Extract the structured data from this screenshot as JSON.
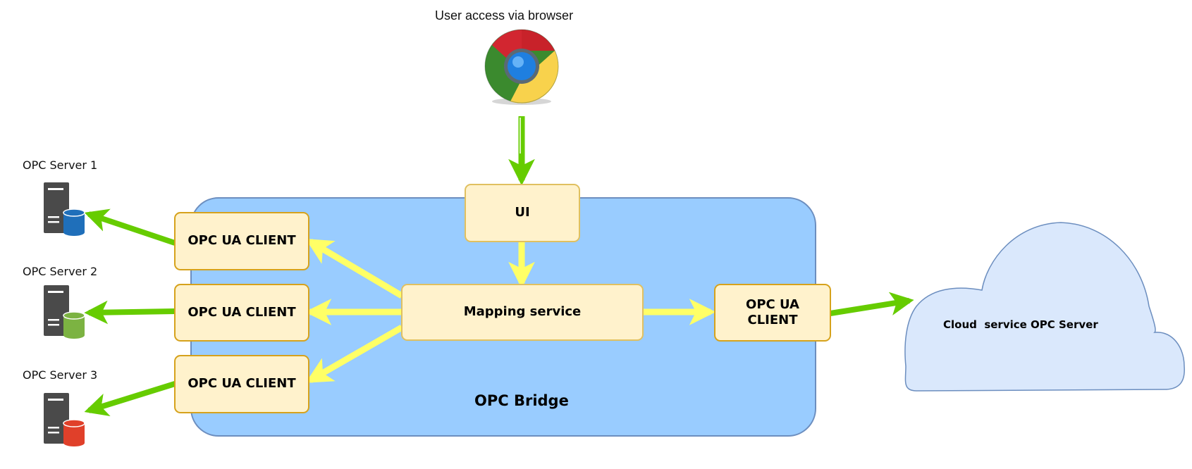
{
  "diagram": {
    "browser": {
      "label": "User access via browser",
      "icon": "chrome-browser-icon"
    },
    "servers": [
      {
        "label": "OPC Server 1",
        "db_color": "#1f6fba",
        "icon": "server-database-icon"
      },
      {
        "label": "OPC Server 2",
        "db_color": "#7cb342",
        "icon": "server-database-icon"
      },
      {
        "label": "OPC Server 3",
        "db_color": "#e0402a",
        "icon": "server-database-icon"
      }
    ],
    "bridge": {
      "title": "OPC Bridge",
      "ui_label": "UI",
      "mapping_label": "Mapping service",
      "clients": [
        "OPC UA CLIENT",
        "OPC UA CLIENT",
        "OPC UA CLIENT"
      ],
      "cloud_client_label": "OPC UA CLIENT"
    },
    "cloud": {
      "label": "Cloud  service OPC Server"
    },
    "colors": {
      "bridge_fill": "#99ccff",
      "bridge_stroke": "#6c8ebf",
      "box_fill": "#fff2cc",
      "box_stroke": "#d6a21c",
      "external_arrow": "#66cc00",
      "internal_arrow": "#ffff66",
      "cloud_fill": "#dae8fc",
      "cloud_stroke": "#6c8ebf",
      "server_body": "#4a4a4a"
    }
  }
}
